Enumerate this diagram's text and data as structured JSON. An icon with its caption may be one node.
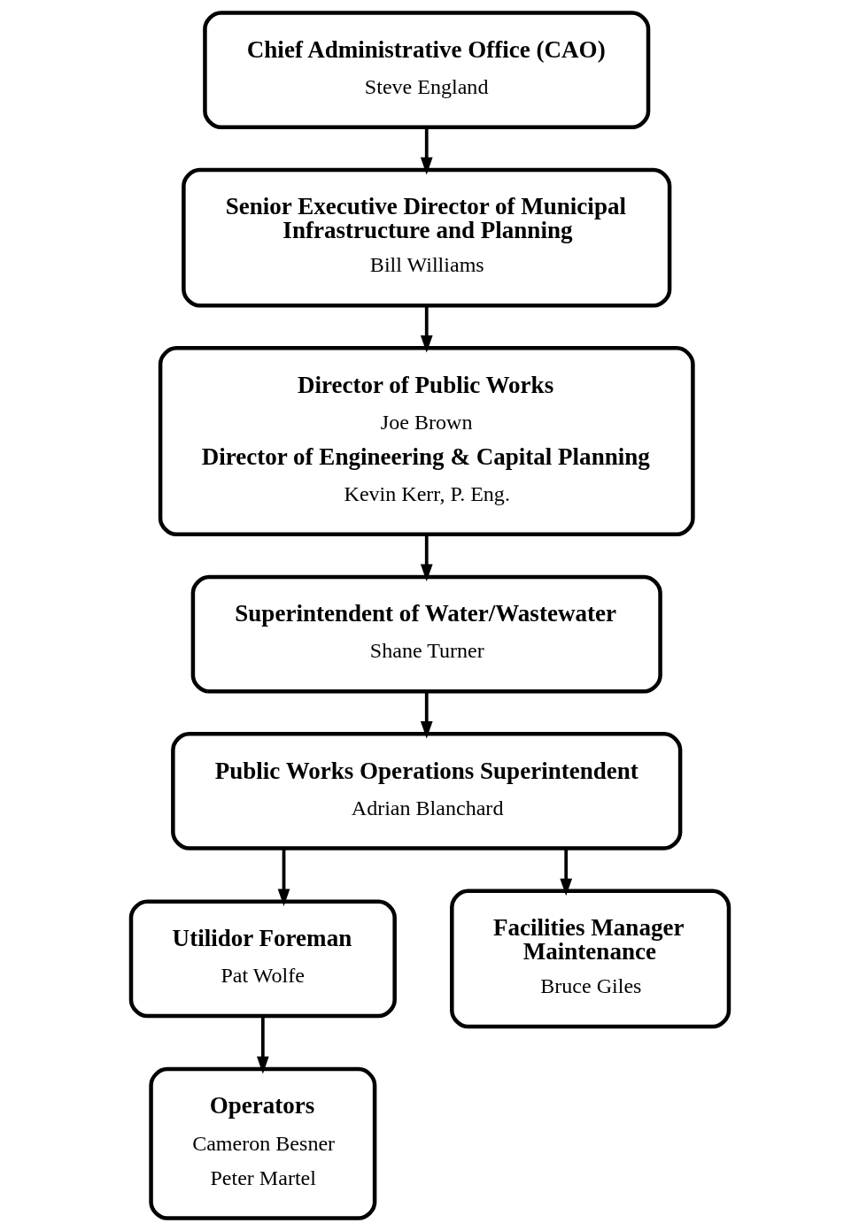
{
  "diagram": {
    "nodes": [
      {
        "text": [
          "Chief Administrative Office (CAO)",
          "Steve England"
        ]
      },
      {
        "text": [
          "Senior Executive Director of Municipal Infrastructure and Planning",
          "Bill Williams"
        ]
      },
      {
        "text": [
          "Director of Public Works",
          "Joe Brown",
          "Director of Engineering & Capital Planning",
          "Kevin Kerr, P. Eng."
        ]
      },
      {
        "text": [
          "Superintendent of Water/Wastewater",
          "Shane Turner"
        ]
      },
      {
        "text": [
          "Public Works Operations Superintendent",
          "Adrian Blanchard"
        ]
      },
      {
        "text": [
          "Utilidor Foreman",
          "Pat Wolfe"
        ]
      },
      {
        "text": [
          "Facilities Manager Maintenance",
          "Bruce Giles"
        ]
      },
      {
        "text": [
          "Operators",
          "Cameron Besner",
          "Peter Martel"
        ]
      }
    ],
    "edges": [
      {
        "from": 0,
        "to": 1,
        "arrow": "to"
      },
      {
        "from": 1,
        "to": 2,
        "arrow": "to"
      },
      {
        "from": 2,
        "to": 3,
        "arrow": "to"
      },
      {
        "from": 3,
        "to": 4,
        "arrow": "to"
      },
      {
        "from": 4,
        "to": 5,
        "arrow": "to"
      },
      {
        "from": 4,
        "to": 6,
        "arrow": "to"
      },
      {
        "from": 5,
        "to": 7,
        "arrow": "to"
      }
    ]
  }
}
